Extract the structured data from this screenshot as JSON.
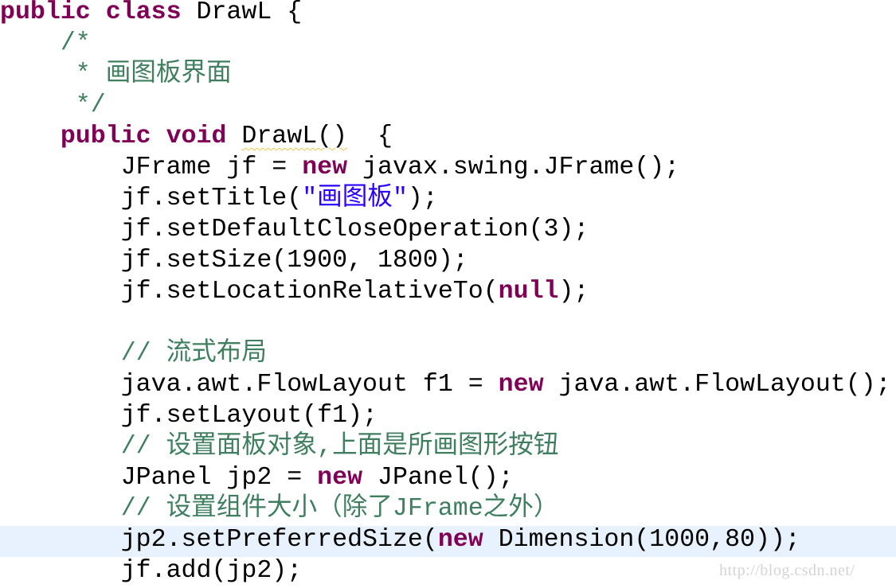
{
  "editor": {
    "colors": {
      "keyword": "#7f0055",
      "comment": "#3f7f5f",
      "string": "#2a00ff",
      "current_line_highlight": "#e8f2fe",
      "warning_underline": "#e8c84a"
    },
    "lines": [
      {
        "indent": "",
        "tokens": [
          "public",
          " ",
          "class",
          " DrawL {"
        ]
      },
      {
        "indent": "    ",
        "text": "/*"
      },
      {
        "indent": "     ",
        "text": "* 画图板界面"
      },
      {
        "indent": "     ",
        "text": "*/"
      },
      {
        "indent": "    ",
        "tokens": [
          "public",
          " ",
          "void",
          " ",
          "DrawL()",
          "  {"
        ]
      },
      {
        "indent": "        ",
        "tokens": [
          "JFrame jf = ",
          "new",
          " javax.swing.JFrame();"
        ]
      },
      {
        "indent": "        ",
        "tokens": [
          "jf.setTitle(",
          "\"画图板\"",
          ");"
        ]
      },
      {
        "indent": "        ",
        "text": "jf.setDefaultCloseOperation(3);"
      },
      {
        "indent": "        ",
        "text": "jf.setSize(1900, 1800);"
      },
      {
        "indent": "        ",
        "tokens": [
          "jf.setLocationRelativeTo(",
          "null",
          ");"
        ]
      },
      {
        "indent": "",
        "text": ""
      },
      {
        "indent": "        ",
        "text": "// 流式布局"
      },
      {
        "indent": "        ",
        "tokens": [
          "java.awt.FlowLayout f1 = ",
          "new",
          " java.awt.FlowLayout();"
        ]
      },
      {
        "indent": "        ",
        "text": "jf.setLayout(f1);"
      },
      {
        "indent": "        ",
        "text": "// 设置面板对象,上面是所画图形按钮"
      },
      {
        "indent": "        ",
        "tokens": [
          "JPanel jp2 = ",
          "new",
          " JPanel();"
        ]
      },
      {
        "indent": "        ",
        "text": "// 设置组件大小（除了JFrame之外）"
      },
      {
        "indent": "        ",
        "tokens": [
          "jp2.setPreferredSize(",
          "new",
          " Dimension(1000,80));"
        ]
      },
      {
        "indent": "        ",
        "text": "jf.add(jp2);"
      }
    ]
  },
  "watermark": "http://blog.csdn.net/"
}
